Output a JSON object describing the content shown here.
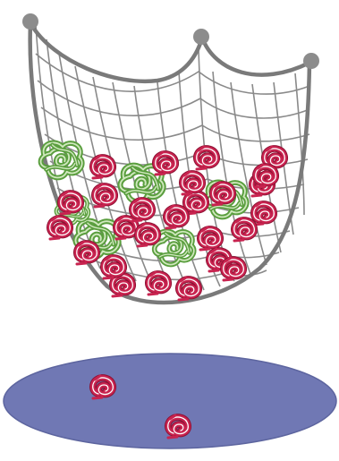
{
  "colors": {
    "net_stroke": "#8a8a8a",
    "net_rim": "#7a7a7a",
    "hook": "#8c8c8c",
    "red_protein_fill": "#c8234f",
    "red_protein_dark": "#8e1234",
    "red_protein_highlight": "#ffffff",
    "green_protein_stroke": "#5a9e3e",
    "green_protein_light": "#cfe8bd",
    "plate": "#7078b4",
    "plate_dark": "#5d659f"
  },
  "icons": {
    "net": "net-bag-icon",
    "hook": "hook-peg-icon",
    "misfolded_protein": "red-coiled-protein-icon",
    "aggregate_protein": "green-tangled-protein-icon",
    "plate": "blue-ellipse-plate-icon"
  },
  "counts": {
    "red_proteins_in_net": 26,
    "green_aggregates_in_net": 6,
    "red_proteins_on_plate": 2
  }
}
